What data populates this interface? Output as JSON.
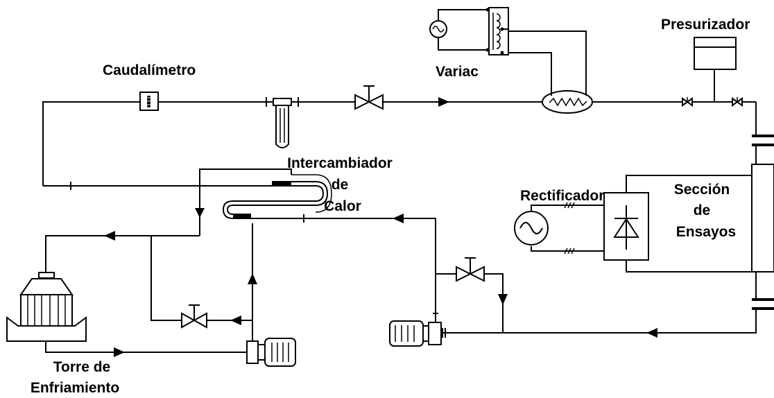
{
  "labels": {
    "caudalimetro": "Caudalímetro",
    "variac": "Variac",
    "presurizador": "Presurizador",
    "intercambiador": [
      "Intercambiador",
      "de",
      "Calor"
    ],
    "rectificador": "Rectificador",
    "seccion": [
      "Sección",
      "de",
      "Ensayos"
    ],
    "torre": [
      "Torre de",
      "Enfriamiento"
    ]
  },
  "colors": {
    "line": "#000000",
    "background": "#ffffff"
  }
}
